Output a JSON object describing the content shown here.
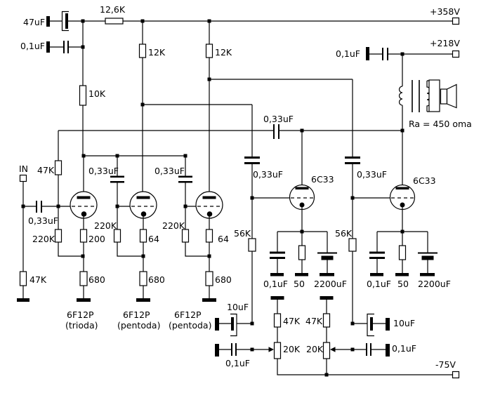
{
  "colors": {
    "background": "#ffffff",
    "ink": "#000000"
  },
  "power": {
    "plate_supply": "+358V",
    "output_supply": "+218V",
    "bias_supply": "-75V"
  },
  "io": {
    "input": "IN",
    "output_load_note": "Ra = 450 oma"
  },
  "tubes": {
    "v1": {
      "name": "6F12P",
      "mode": "(trioda)"
    },
    "v2": {
      "name": "6F12P",
      "mode": "(pentoda)"
    },
    "v3": {
      "name": "6F12P",
      "mode": "(pentoda)"
    },
    "v4": {
      "name": "6C33"
    },
    "v5": {
      "name": "6C33"
    }
  },
  "resistors": {
    "r_supply": "12,6K",
    "r_plate_v1": "10K",
    "r_plate_v2": "12K",
    "r_plate_v3": "12K",
    "r_feedback": "47K",
    "r_input": "47K",
    "r_grid_v1": "220K",
    "r_grid_v2": "220K",
    "r_grid_v3": "220K",
    "r_cathode_v1": "200",
    "r_cathode_v2": "64",
    "r_cathode_v3": "64",
    "r_cathode2_v1": "680",
    "r_cathode2_v2": "680",
    "r_cathode2_v3": "680",
    "r_grid_v4": "56K",
    "r_grid_v5": "56K",
    "r_cathode_v4": "50",
    "r_cathode_v5": "50",
    "r_bias1_fixed": "47K",
    "r_bias2_fixed": "47K",
    "r_bias1_pot": "20K",
    "r_bias2_pot": "20K"
  },
  "capacitors": {
    "c_supply_el": "47uF",
    "c_supply_film": "0,1uF",
    "c_output_supply": "0,1uF",
    "c_feedback": "0,33uF",
    "c_input": "0,33uF",
    "c_grid_v2": "0,33uF",
    "c_grid_v3": "0,33uF",
    "c_grid_v4": "0,33uF",
    "c_grid_v5": "0,33uF",
    "c_cathode_v4_film": "0,1uF",
    "c_cathode_v4_el": "2200uF",
    "c_cathode_v5_film": "0,1uF",
    "c_cathode_v5_el": "2200uF",
    "c_bias1_el": "10uF",
    "c_bias1_film": "0,1uF",
    "c_bias2_el": "10uF",
    "c_bias2_film": "0,1uF"
  }
}
